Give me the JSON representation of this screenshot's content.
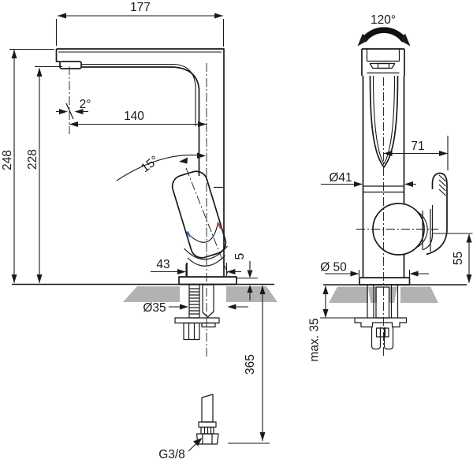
{
  "drawing": {
    "left_view": {
      "total_width": "177",
      "total_height": "248",
      "spout_height": "228",
      "spout_angle": "2°",
      "spout_reach": "140",
      "handle_tilt": "15°",
      "base_depth": "43",
      "base_plate_height": "5",
      "hole_diameter": "Ø35",
      "supply_hose_length": "365",
      "thread_size": "G3/8"
    },
    "right_view": {
      "swivel_angle": "120°",
      "handle_offset": "71",
      "body_diameter": "Ø41",
      "base_diameter": "Ø 50",
      "handle_height": "55",
      "max_deck_thickness": "max. 35"
    },
    "colors": {
      "line": "#1a1a1a",
      "counter_gray": "#b2b2b2",
      "hot_indicator": "#c43b3b",
      "cold_indicator": "#3a5fb0"
    }
  }
}
